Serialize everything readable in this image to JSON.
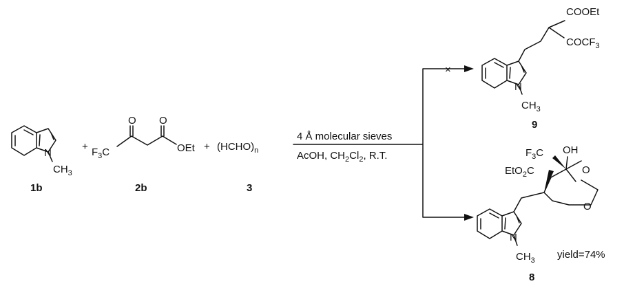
{
  "reactants": {
    "indole": {
      "atom_n": "N",
      "methyl": "CH",
      "methyl_sub": "3",
      "id": "1b"
    },
    "plus1": "+",
    "ketoester": {
      "f3c": "F",
      "f3c_sub": "3",
      "f3c_end": "C",
      "o_ketone": "O",
      "o_ester": "O",
      "oet": "OEt",
      "id": "2b"
    },
    "plus2": "+",
    "formaldehyde": {
      "text": "(HCHO)",
      "sub": "n",
      "id": "3"
    }
  },
  "conditions": {
    "above": "4 Å molecular sieves",
    "below_a": "AcOH, CH",
    "below_sub1": "2",
    "below_b": "Cl",
    "below_sub2": "2",
    "below_c": ", R.T."
  },
  "product_top": {
    "id": "9",
    "cooet": "COOEt",
    "cocf3": "COCF",
    "cocf3_sub": "3",
    "atom_n": "N",
    "methyl": "CH",
    "methyl_sub": "3",
    "blocked_mark": "×"
  },
  "product_bottom": {
    "id": "8",
    "f3c": "F",
    "f3c_sub": "3",
    "f3c_end": "C",
    "oh": "OH",
    "eto2c_a": "EtO",
    "eto2c_sub": "2",
    "eto2c_b": "C",
    "o_ring1": "O",
    "o_ring2": "O",
    "atom_n": "N",
    "methyl": "CH",
    "methyl_sub": "3",
    "yield": "yield=74%"
  }
}
